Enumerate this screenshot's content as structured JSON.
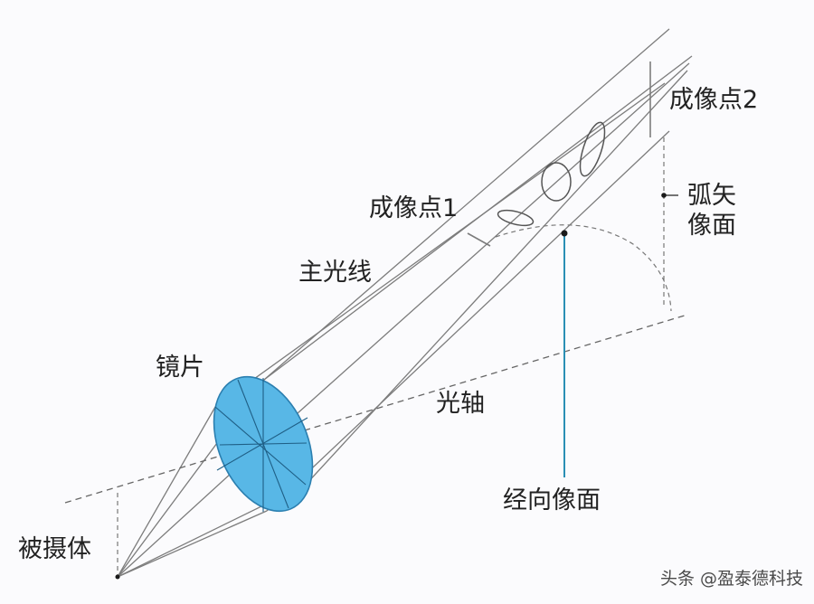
{
  "labels": {
    "image_point_2": "成像点2",
    "image_point_1": "成像点1",
    "sagittal_plane_line1": "弧矢",
    "sagittal_plane_line2": "像面",
    "chief_ray": "主光线",
    "lens": "镜片",
    "optical_axis": "光轴",
    "radial_plane": "经向像面",
    "object": "被摄体"
  },
  "watermark": "头条 @盈泰德科技",
  "colors": {
    "lens_fill": "#58b7e6",
    "lens_stroke": "#2b7fb0",
    "ray": "#7c7c7c",
    "axis_line": "#666666",
    "radial_marker": "#2a8fb5",
    "text": "#222222"
  }
}
